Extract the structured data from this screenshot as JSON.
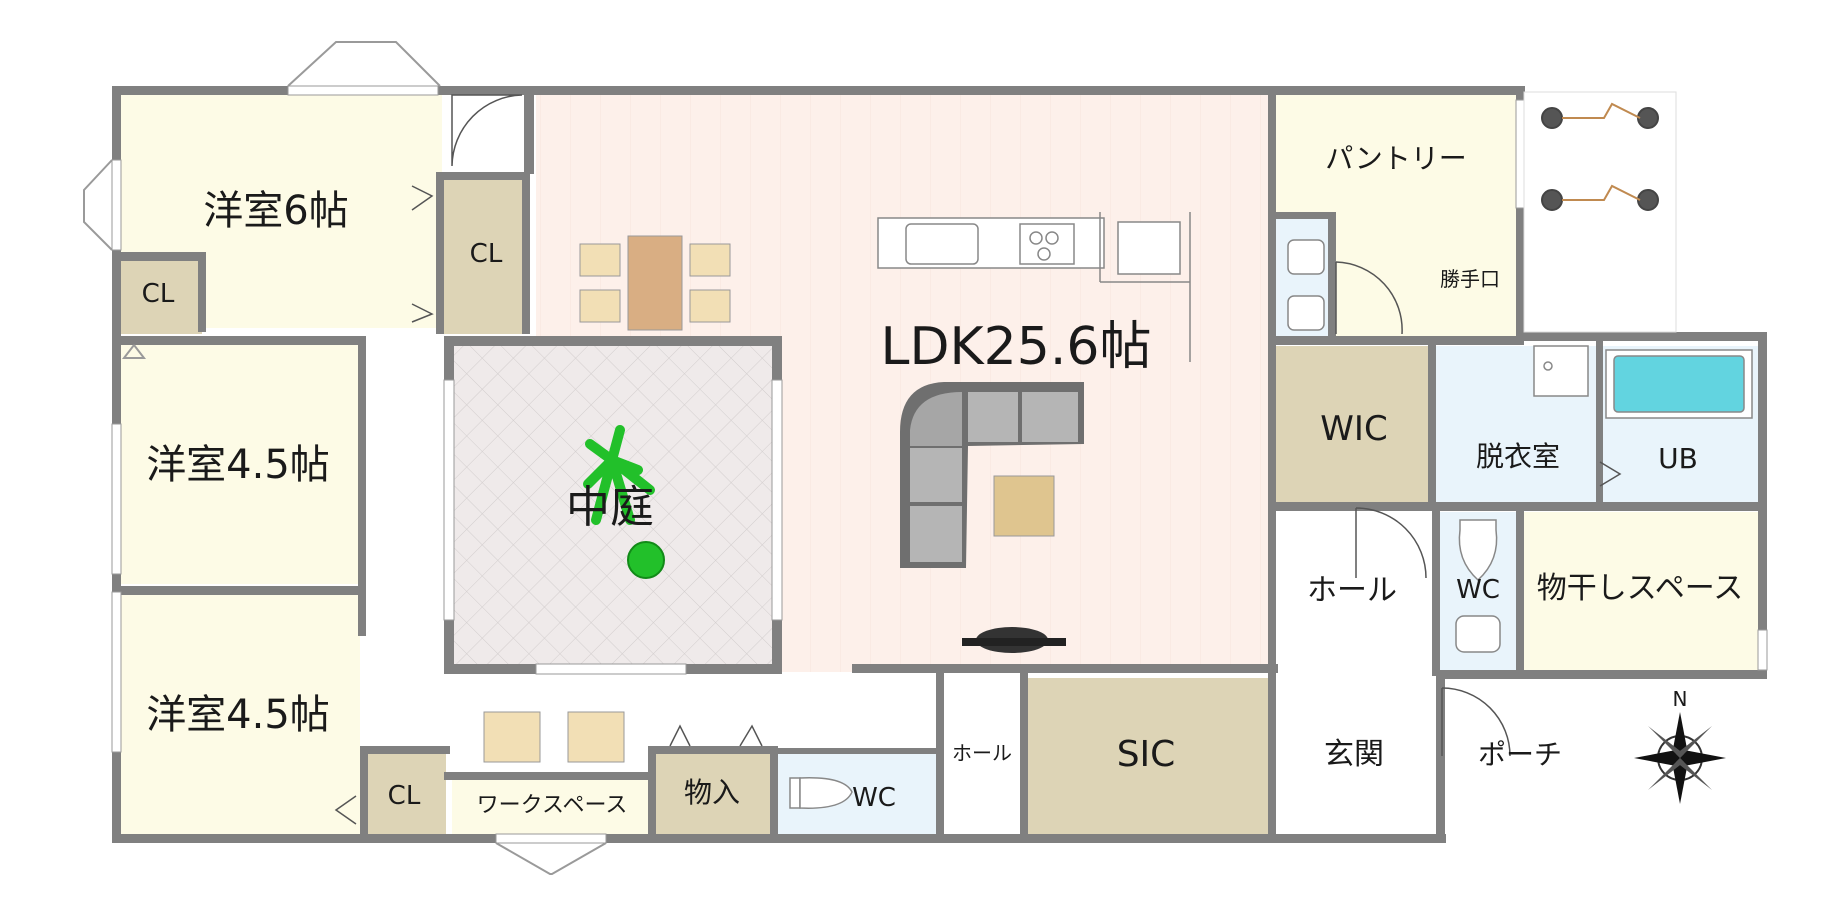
{
  "rooms": {
    "western6": "洋室6帖",
    "western45_a": "洋室4.5帖",
    "western45_b": "洋室4.5帖",
    "cl1": "CL",
    "cl2": "CL",
    "cl3": "CL",
    "courtyard": "中庭",
    "ldk": "LDK25.6帖",
    "pantry": "パントリー",
    "back_door": "勝手口",
    "wic": "WIC",
    "dressing": "脱衣室",
    "ub": "UB",
    "hall1": "ホール",
    "wc1": "WC",
    "drying": "物干しスペース",
    "workspace": "ワークスペース",
    "storage": "物入",
    "wc2": "WC",
    "hall2": "ホール",
    "sic": "SIC",
    "entrance": "玄関",
    "porch": "ポーチ"
  },
  "compass": {
    "north": "N"
  },
  "colors": {
    "wall": "#808080",
    "ldk_floor": "#fdf0ea",
    "bedroom_floor": "#fdfbe6",
    "storage_floor": "#ddd4b6",
    "wet_floor": "#e9f4fb",
    "courtyard_floor": "#efeaea",
    "bath": "#62d4e0",
    "plant": "#22c02a"
  }
}
